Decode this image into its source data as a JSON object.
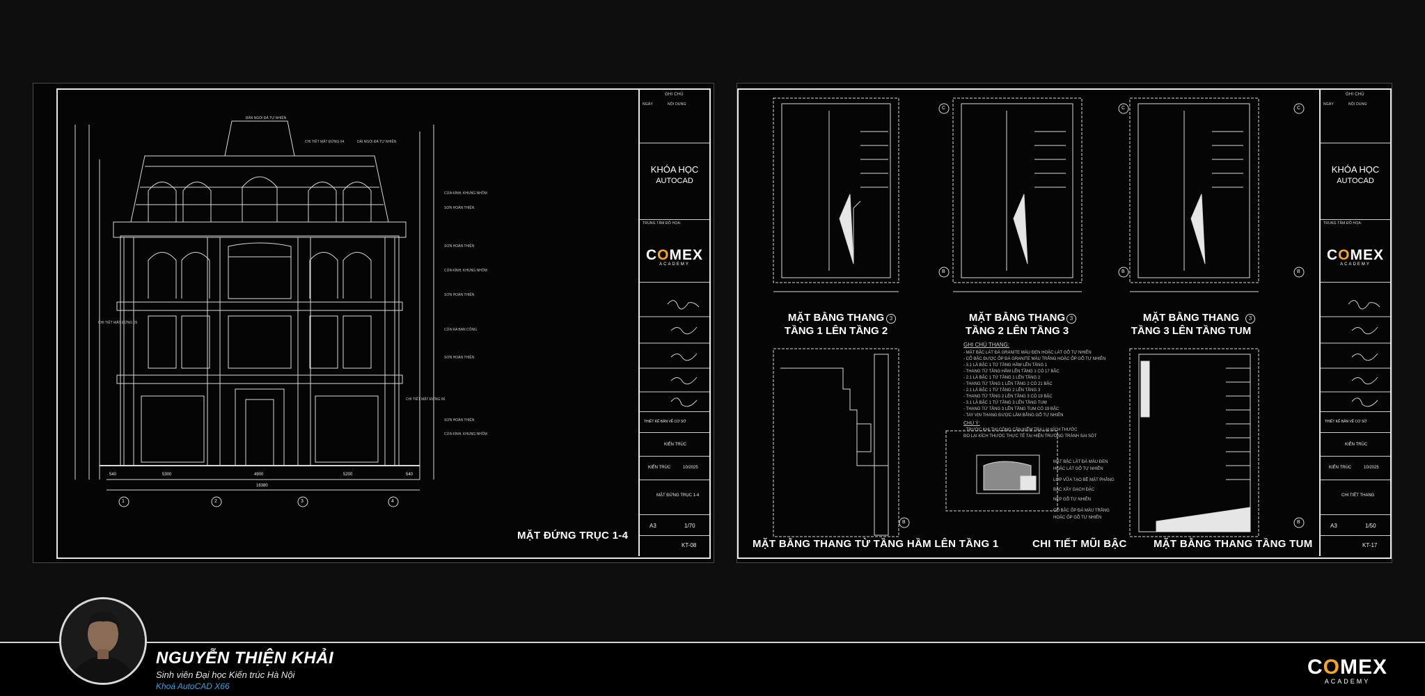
{
  "left_sheet": {
    "title_block": {
      "notes_header": "GHI CHÚ",
      "notes_cols": [
        "NGÀY",
        "NỘI DUNG"
      ],
      "course_line1": "KHÓA HỌC",
      "course_line2": "AUTOCAD",
      "center_label": "TRUNG TÂM ĐỒ HỌA:",
      "logo_main": "COMEX",
      "logo_sub": "ACADEMY",
      "project_name": "THIẾT KẾ BẢN VẼ CƠ SỞ",
      "discipline": "KIẾN TRÚC",
      "date": "10/2025",
      "sheet_name": "MẶT ĐỨNG TRỤC 1-4",
      "paper": "A3",
      "scale": "1/70",
      "sheet_no": "KT-08"
    },
    "drawing_title": "MẶT ĐỨNG TRỤC 1-4",
    "grid_axes": [
      "1",
      "2",
      "3",
      "4"
    ],
    "dims_bottom": [
      "540",
      "5300",
      "4900",
      "5200",
      "540"
    ],
    "dim_total": "16380",
    "annotations": [
      "BẢN NGÓI ĐÁ TỰ NHIÊN",
      "CHI TIẾT MẶT ĐỨNG 04",
      "DẢI NGÓI ĐÁ TỰ NHIÊN",
      "CỬA KÍNH, KHUNG NHÔM",
      "SƠN HOÀN THIỆN",
      "SƠN HOÀN THIỆN",
      "CỬA KÍNH, KHUNG NHÔM",
      "SƠN HOÀN THIỆN",
      "CỬA RA BAN CÔNG",
      "SƠN HOÀN THIỆN",
      "CHI TIẾT MẶT ĐỨNG 05",
      "CHI TIẾT MẶT ĐỨNG 06",
      "SƠN HOÀN THIỆN",
      "CỬA KÍNH, KHUNG NHÔM"
    ]
  },
  "right_sheet": {
    "title_block": {
      "notes_header": "GHI CHÚ",
      "notes_cols": [
        "NGÀY",
        "NỘI DUNG"
      ],
      "course_line1": "KHÓA HỌC",
      "course_line2": "AUTOCAD",
      "center_label": "TRUNG TÂM ĐỒ HỌA:",
      "logo_main": "COMEX",
      "logo_sub": "ACADEMY",
      "project_name": "THIẾT KẾ BẢN VẼ CƠ SỞ",
      "discipline": "KIẾN TRÚC",
      "date": "10/2025",
      "sheet_name": "CHI TIẾT THANG",
      "paper": "A3",
      "scale": "1/50",
      "sheet_no": "KT-17"
    },
    "plans": [
      {
        "line1": "MẶT BẰNG THANG",
        "line2": "TẦNG 1 LÊN TẦNG 2",
        "num": "3"
      },
      {
        "line1": "MẶT BẰNG THANG",
        "line2": "TẦNG 2 LÊN TẦNG 3",
        "num": "3"
      },
      {
        "line1": "MẶT BẰNG THANG",
        "line2": "TẦNG 3 LÊN TẦNG TUM",
        "num": "3"
      }
    ],
    "bottom_titles": [
      "MẶT BẰNG THANG TỪ TẦNG HẦM LÊN TẦNG 1",
      "CHI TIẾT MŨI BẬC",
      "MẶT BẰNG THANG TẦNG TUM"
    ],
    "notes_title": "GHI CHÚ THANG:",
    "notes": [
      "- MẶT BẬC LÁT ĐÁ GRANITE MÀU ĐEN HOẶC LÁT GỖ TỰ NHIÊN",
      "- CỔ BẬC ĐƯỢC ỐP ĐÁ GRANITE MÀU TRẮNG HOẶC ỐP GỖ TỰ NHIÊN",
      "- 3.1 LÀ BẬC 1 TỪ TẦNG HẦM LÊN TẦNG 1",
      "- THANG TỪ TẦNG HẦM LÊN TẦNG 1 CÓ 17 BẬC",
      "- 2.1 LÀ BẬC 1 TỪ TẦNG 1 LÊN TẦNG 2",
      "- THANG TỪ TẦNG 1 LÊN TẦNG 2 CÓ 21 BẬC",
      "- 2.1 LÀ BẬC 1 TỪ TẦNG 2 LÊN TẦNG 3",
      "- THANG TỪ TẦNG 2 LÊN TẦNG 3 CÓ 19 BẬC",
      "- 3.1 LÀ BẬC 1 TỪ TẦNG 3 LÊN TẦNG TUM",
      "- THANG TỪ TẦNG 3 LÊN TẦNG TUM CÓ 19 BẬC",
      "- TAY VỊN THANG ĐƯỢC LÀM BẰNG GỖ TỰ NHIÊN"
    ],
    "caution_title": "CHÚ Ý:",
    "caution": [
      "- TRƯỚC KHI THI CÔNG CẦN KIỂM TRA LẠI KÍCH THƯỚC",
      "  ĐO LẠI KÍCH THƯỚC THỰC TẾ TẠI HIỆN TRƯỜNG TRÁNH SAI SÓT"
    ],
    "detail_labels": [
      "MẶT BẬC LÁT ĐÁ MÀU ĐEN",
      "HOẶC LÁT GỖ TỰ NHIÊN",
      "LỚP VỮA TẠO BỀ MẶT PHẲNG",
      "BẬC XÂY GẠCH ĐẶC",
      "NẸP GỖ TỰ NHIÊN",
      "CỔ BẬC ỐP ĐÁ MÀU TRẮNG",
      "HOẶC ỐP GỖ TỰ NHIÊN"
    ],
    "axis_labels": [
      "C",
      "B"
    ]
  },
  "student": {
    "name": "NGUYỄN THIỆN KHẢI",
    "school": "Sinh viên Đại học Kiến trúc Hà Nội",
    "course": "Khoá AutoCAD X66"
  },
  "brand": {
    "main": "COMEX",
    "sub": "ACADEMY"
  }
}
